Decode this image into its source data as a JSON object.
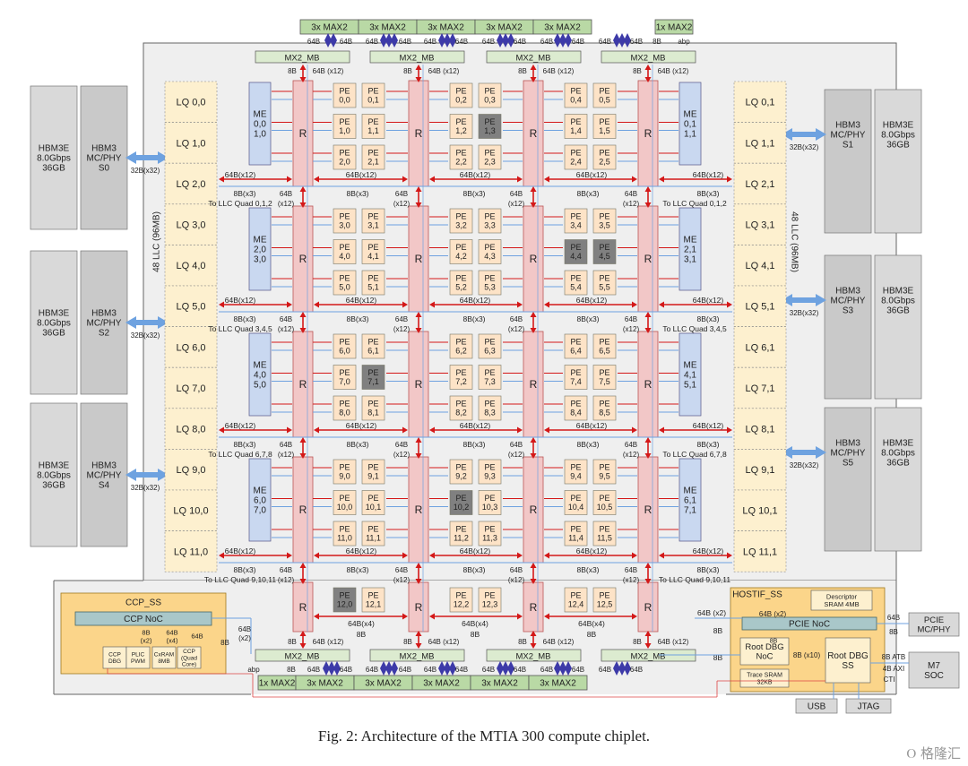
{
  "caption": "Fig. 2: Architecture of the MTIA 300 compute chiplet.",
  "watermark": "Ⲟ 格隆汇",
  "hbm": {
    "left": [
      {
        "ext": "HBM3E\n8.0Gbps\n36GB",
        "phy": "HBM3\nMC/PHY\nS0"
      },
      {
        "ext": "HBM3E\n8.0Gbps\n36GB",
        "phy": "HBM3\nMC/PHY\nS2"
      },
      {
        "ext": "HBM3E\n8.0Gbps\n36GB",
        "phy": "HBM3\nMC/PHY\nS4"
      }
    ],
    "right": [
      {
        "phy": "HBM3\nMC/PHY\nS1",
        "ext": "HBM3E\n8.0Gbps\n36GB"
      },
      {
        "phy": "HBM3\nMC/PHY\nS3",
        "ext": "HBM3E\n8.0Gbps\n36GB"
      },
      {
        "phy": "HBM3\nMC/PHY\nS5",
        "ext": "HBM3E\n8.0Gbps\n36GB"
      }
    ],
    "link_label": "32B(x32)"
  },
  "llc_label_left": "48 LLC (96MB)",
  "llc_label_right": "48 LLC (96MB)",
  "lq_left": [
    "LQ 0,0",
    "LQ 1,0",
    "LQ 2,0",
    "LQ 3,0",
    "LQ 4,0",
    "LQ 5,0",
    "LQ 6,0",
    "LQ 7,0",
    "LQ 8,0",
    "LQ 9,0",
    "LQ 10,0",
    "LQ 11,0"
  ],
  "lq_right": [
    "LQ 0,1",
    "LQ 1,1",
    "LQ 2,1",
    "LQ 3,1",
    "LQ 4,1",
    "LQ 5,1",
    "LQ 6,1",
    "LQ 7,1",
    "LQ 8,1",
    "LQ 9,1",
    "LQ 10,1",
    "LQ 11,1"
  ],
  "me_left": [
    "ME\n0,0\n1,0",
    "ME\n2,0\n3,0",
    "ME\n4,0\n5,0",
    "ME\n6,0\n7,0"
  ],
  "me_right": [
    "ME\n0,1\n1,1",
    "ME\n2,1\n3,1",
    "ME\n4,1\n5,1",
    "ME\n6,1\n7,1"
  ],
  "router_label": "R",
  "pe_dark": [
    "1,3",
    "4,4",
    "4,5",
    "7,1",
    "10,2",
    "12,0"
  ],
  "max_top": [
    "3x MAX2",
    "3x MAX2",
    "3x MAX2",
    "3x MAX2",
    "3x MAX2",
    "1x MAX2"
  ],
  "max_bottom": [
    "1x MAX2",
    "3x MAX2",
    "3x MAX2",
    "3x MAX2",
    "3x MAX2",
    "3x MAX2"
  ],
  "mx2_mb": "MX2_MB",
  "labels": {
    "b64": "64B",
    "b64x12": "64B (x12)",
    "b64x12b": "64B(x12)",
    "b64x4": "64B(x4)",
    "b8": "8B",
    "b8x3": "8B(x3)",
    "abp": "abp",
    "b64x2": "64B (x2)",
    "b64x2b": "64B\n(x2)"
  },
  "llc_quads_left": [
    "To LLC Quad 0,1,2",
    "To LLC Quad 3,4,5",
    "To LLC Quad 6,7,8",
    "To LLC Quad 9,10,11"
  ],
  "llc_quads_right": [
    "To LLC Quad 0,1,2",
    "To LLC Quad 3,4,5",
    "To LLC Quad 6,7,8",
    "To LLC Quad 9,10,11"
  ],
  "ccp": {
    "title": "CCP_SS",
    "noc": "CCP NoC",
    "blocks": [
      "CCP\nDBG",
      "PLIC\nPWM",
      "CxRAM\n8MB",
      "CCP\n(Quad\nCore)"
    ],
    "lbl_8b": "8B",
    "lbl_8bx2": "8B\n(x2)",
    "lbl_64bx4": "64B\n(x4)",
    "lbl_64b": "64B"
  },
  "hostif": {
    "title": "HOSTIF_SS",
    "descriptor": "Descriptor\nSRAM 4MB",
    "pcie_noc": "PCIE NoC",
    "root_dbg_noc": "Root DBG\nNoC",
    "trace_sram": "Trace SRAM\n32KB",
    "root_dbg_ss": "Root DBG\nSS",
    "lbl_8bx10": "8B (x10)",
    "lbl_64bx2": "64B (x2)",
    "lbl_atb": "8B ATB",
    "lbl_axi": "4B AXI",
    "lbl_cti": "CTI"
  },
  "external": {
    "pcie": "PCIE\nMC/PHY",
    "m7": "M7\nSOC",
    "usb": "USB",
    "jtag": "JTAG"
  },
  "colors": {
    "router": "#f2c7c7",
    "pe": "#fde3c7",
    "pe_dark": "#808080",
    "me": "#c9d8f0",
    "lq": "#fdf0cf",
    "max": "#b9d9a5",
    "mx2": "#dcebd0",
    "hbm": "#d9d9d9",
    "chip": "#efefef",
    "ccp": "#fbd58a",
    "noc": "#a9c7c9",
    "red": "#d41818",
    "blue": "#6ea2e0"
  }
}
